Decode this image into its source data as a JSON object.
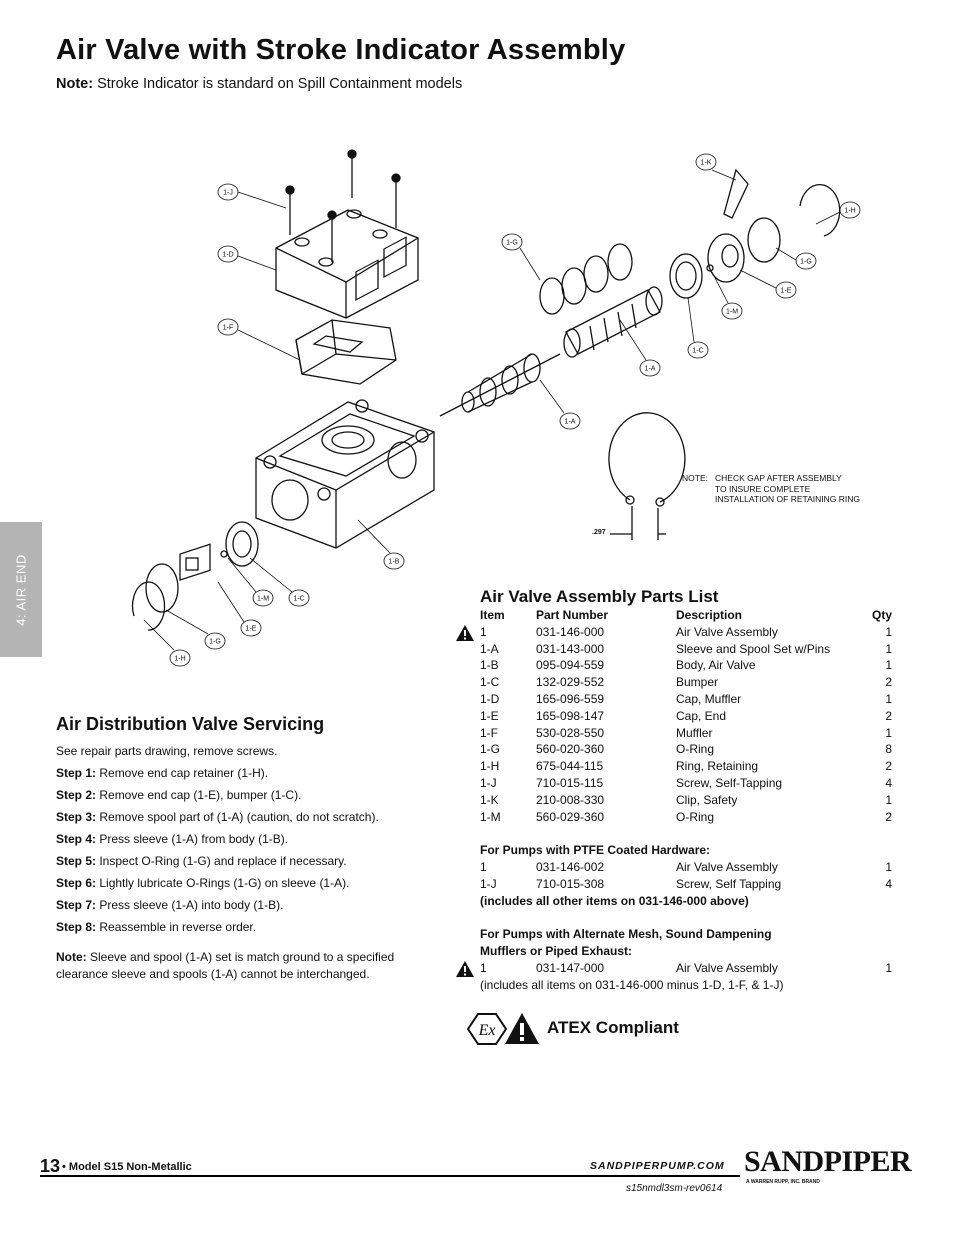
{
  "page": {
    "title": "Air Valve with Stroke Indicator Assembly",
    "note_label": "Note:",
    "note_text": " Stroke Indicator is standard on Spill Containment models",
    "side_tab": "4: AIR END"
  },
  "drawing": {
    "callouts": [
      "1-J",
      "1-D",
      "1-F",
      "1-B",
      "1-G",
      "1-A",
      "1-A",
      "1-K",
      "1-H",
      "1-G",
      "1-E",
      "1-M",
      "1-C",
      "1-M",
      "1-C",
      "1-E",
      "1-G",
      "1-H"
    ],
    "gap_note_label": "NOTE:",
    "gap_note_lines": [
      "CHECK GAP AFTER ASSEMBLY",
      "TO INSURE COMPLETE",
      "INSTALLATION OF RETAINING RING"
    ],
    "gap_dimension": ".297"
  },
  "servicing": {
    "title": "Air Distribution Valve Servicing",
    "intro": "See repair parts drawing, remove screws.",
    "steps": [
      {
        "label": "Step 1:",
        "text": " Remove end cap retainer (1-H)."
      },
      {
        "label": "Step 2:",
        "text": " Remove end cap (1-E), bumper (1-C)."
      },
      {
        "label": "Step 3:",
        "text": " Remove spool part of (1-A) (caution, do not scratch)."
      },
      {
        "label": "Step 4:",
        "text": " Press sleeve (1-A) from body (1-B)."
      },
      {
        "label": "Step 5:",
        "text": " Inspect O-Ring (1-G) and replace if necessary."
      },
      {
        "label": "Step 6:",
        "text": " Lightly lubricate O-Rings (1-G) on sleeve (1-A)."
      },
      {
        "label": "Step 7:",
        "text": " Press sleeve (1-A) into body (1-B)."
      },
      {
        "label": "Step 8:",
        "text": " Reassemble in reverse order."
      }
    ],
    "note_label": "Note:",
    "note_text": " Sleeve and spool (1-A) set is match ground to a specified clearance sleeve and spools (1-A) cannot be interchanged."
  },
  "parts_list": {
    "title": "Air Valve Assembly Parts List",
    "headers": [
      "Item",
      "Part Number",
      "Description",
      "Qty"
    ],
    "rows": [
      [
        "1",
        "031-146-000",
        "Air Valve Assembly",
        "1"
      ],
      [
        "1-A",
        "031-143-000",
        "Sleeve and Spool Set w/Pins",
        "1"
      ],
      [
        "1-B",
        "095-094-559",
        "Body, Air Valve",
        "1"
      ],
      [
        "1-C",
        "132-029-552",
        "Bumper",
        "2"
      ],
      [
        "1-D",
        "165-096-559",
        "Cap, Muffler",
        "1"
      ],
      [
        "1-E",
        "165-098-147",
        "Cap, End",
        "2"
      ],
      [
        "1-F",
        "530-028-550",
        "Muffler",
        "1"
      ],
      [
        "1-G",
        "560-020-360",
        "O-Ring",
        "8"
      ],
      [
        "1-H",
        "675-044-115",
        "Ring, Retaining",
        "2"
      ],
      [
        "1-J",
        "710-015-115",
        "Screw, Self-Tapping",
        "4"
      ],
      [
        "1-K",
        "210-008-330",
        "Clip, Safety",
        "1"
      ],
      [
        "1-M",
        "560-029-360",
        "O-Ring",
        "2"
      ]
    ],
    "ptfe_heading": "For Pumps with PTFE Coated Hardware:",
    "ptfe_rows": [
      [
        "1",
        "031-146-002",
        "Air Valve Assembly",
        "1"
      ],
      [
        "1-J",
        "710-015-308",
        "Screw, Self Tapping",
        "4"
      ]
    ],
    "ptfe_footer": "(includes all other items on 031-146-000 above)",
    "mesh_heading_1": "For Pumps with Alternate Mesh, Sound Dampening",
    "mesh_heading_2": "Mufflers or Piped Exhaust:",
    "mesh_rows": [
      [
        "1",
        "031-147-000",
        "Air Valve Assembly",
        "1"
      ]
    ],
    "mesh_footer": "(includes all items on 031-146-000 minus 1-D, 1-F, & 1-J)"
  },
  "atex": {
    "label": "ATEX Compliant",
    "ex_symbol": "Ex"
  },
  "footer": {
    "page_number": "13",
    "model": " • Model S15 Non-Metallic",
    "url": "SANDPIPERPUMP.COM",
    "revision": "s15nmdl3sm-rev0614",
    "logo": "SANDPIPER",
    "logo_sub": "A WARREN RUPP, INC. BRAND"
  }
}
